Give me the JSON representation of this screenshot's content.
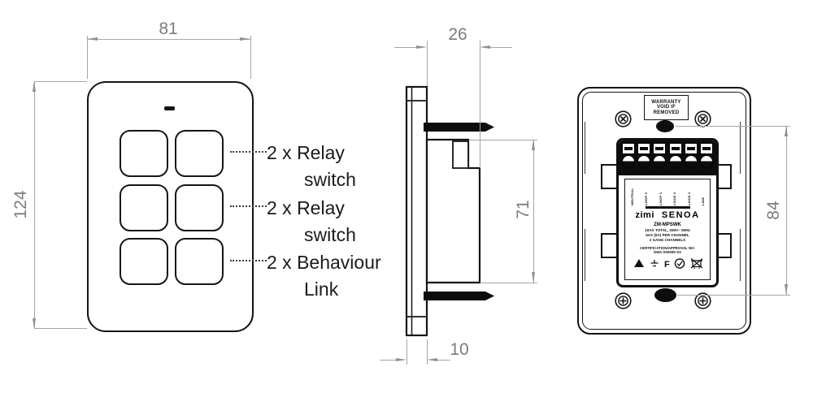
{
  "front_view": {
    "dim_width": "81",
    "dim_height": "124",
    "annotations": [
      {
        "line1": "2 x Relay",
        "line2": "switch"
      },
      {
        "line1": "2 x Relay",
        "line2": "switch"
      },
      {
        "line1": "2 x Behaviour",
        "line2": "Link"
      }
    ]
  },
  "side_view": {
    "dim_depth": "26",
    "dim_body_height": "71",
    "dim_plate_depth": "10"
  },
  "back_view": {
    "dim_mount_spacing": "84",
    "warranty_label": {
      "line1": "WARRANTY",
      "line2": "VOID IF",
      "line3": "REMOVED"
    },
    "brand": "zimi",
    "product": "SENOA",
    "model": "ZM-MPSWK",
    "specs": [
      "10AX TOTAL, 250V~ 50Hz",
      "5AX (5A) PER CHANNEL",
      "2 GANG CHANNELS"
    ],
    "cert": [
      "CERTIFICATION/APPROVAL NO:",
      "GMA-X00000-XX"
    ],
    "terminal_labels": [
      "NEUTRAL",
      "LOOP 2",
      "LOOP 1",
      "LOAD 2",
      "LOAD 1",
      "LINE"
    ],
    "icons": [
      "warning-triangle-icon",
      "earth-icon",
      "f-mark-icon",
      "rcm-mark-icon",
      "weee-bin-icon"
    ]
  },
  "colors": {
    "ink": "#161616",
    "dim_line": "#a6a6a6",
    "dim_text": "#7c7c7c",
    "background": "#ffffff"
  }
}
